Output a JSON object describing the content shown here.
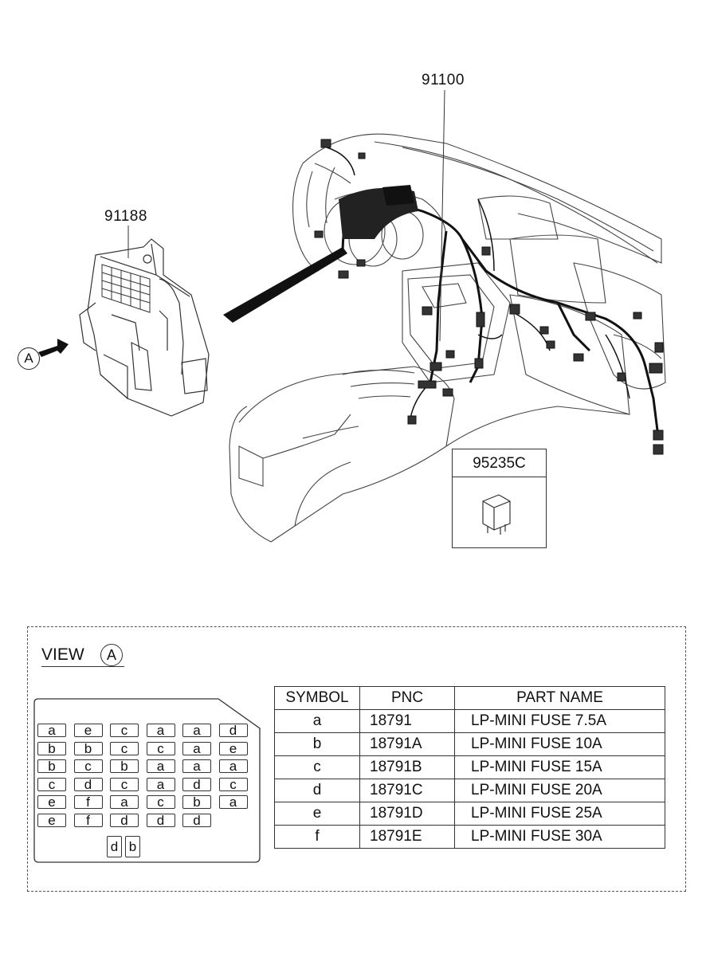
{
  "callouts": {
    "harness": "91100",
    "junction_box": "91188",
    "relay": "95235C",
    "arrow_view": "A"
  },
  "view": {
    "label": "VIEW",
    "marker": "A"
  },
  "fuse_grid": {
    "rows": [
      [
        "a",
        "e",
        "c",
        "a",
        "a",
        "d"
      ],
      [
        "b",
        "b",
        "c",
        "c",
        "a",
        "e"
      ],
      [
        "b",
        "c",
        "b",
        "a",
        "a",
        "a"
      ],
      [
        "c",
        "d",
        "c",
        "a",
        "d",
        "c"
      ],
      [
        "e",
        "f",
        "a",
        "c",
        "b",
        "a"
      ],
      [
        "e",
        "f",
        "d",
        "d",
        "d"
      ]
    ],
    "bottom_pair": [
      "d",
      "b"
    ]
  },
  "parts_table": {
    "headers": [
      "SYMBOL",
      "PNC",
      "PART NAME"
    ],
    "rows": [
      [
        "a",
        "18791",
        "LP-MINI FUSE 7.5A"
      ],
      [
        "b",
        "18791A",
        "LP-MINI FUSE 10A"
      ],
      [
        "c",
        "18791B",
        "LP-MINI FUSE 15A"
      ],
      [
        "d",
        "18791C",
        "LP-MINI FUSE 20A"
      ],
      [
        "e",
        "18791D",
        "LP-MINI FUSE 25A"
      ],
      [
        "f",
        "18791E",
        "LP-MINI FUSE 30A"
      ]
    ]
  }
}
